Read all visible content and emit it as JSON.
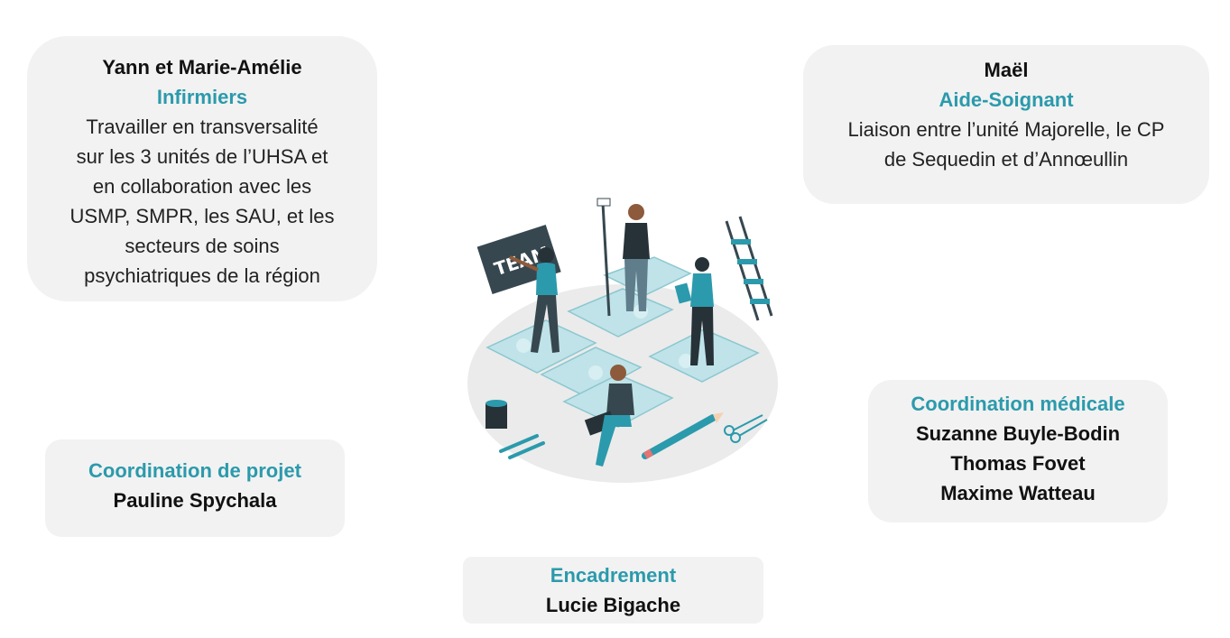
{
  "colors": {
    "accent": "#2b9aac",
    "card_bg": "#f2f2f2"
  },
  "nurses": {
    "name": "Yann et Marie-Amélie",
    "role": "Infirmiers",
    "description_lines": [
      "Travailler en transversalité",
      "sur les 3 unités de l’UHSA et",
      "en collaboration avec les",
      "USMP, SMPR, les SAU, et les",
      "secteurs de soins",
      "psychiatriques de la région"
    ]
  },
  "aide": {
    "name": "Maël",
    "role": "Aide-Soignant",
    "description_lines": [
      "Liaison entre l’unité Majorelle, le CP",
      "de Sequedin et d’Annœullin"
    ]
  },
  "projet": {
    "role": "Coordination de projet",
    "people": [
      "Pauline Spychala"
    ]
  },
  "medical": {
    "role": "Coordination médicale",
    "people": [
      "Suzanne Buyle-Bodin",
      "Thomas Fovet",
      "Maxime Watteau"
    ]
  },
  "encadrement": {
    "role": "Encadrement",
    "people": [
      "Lucie Bigache"
    ]
  },
  "illustration": {
    "sign_text": "TEAM",
    "icon": "team-puzzle-illustration"
  }
}
